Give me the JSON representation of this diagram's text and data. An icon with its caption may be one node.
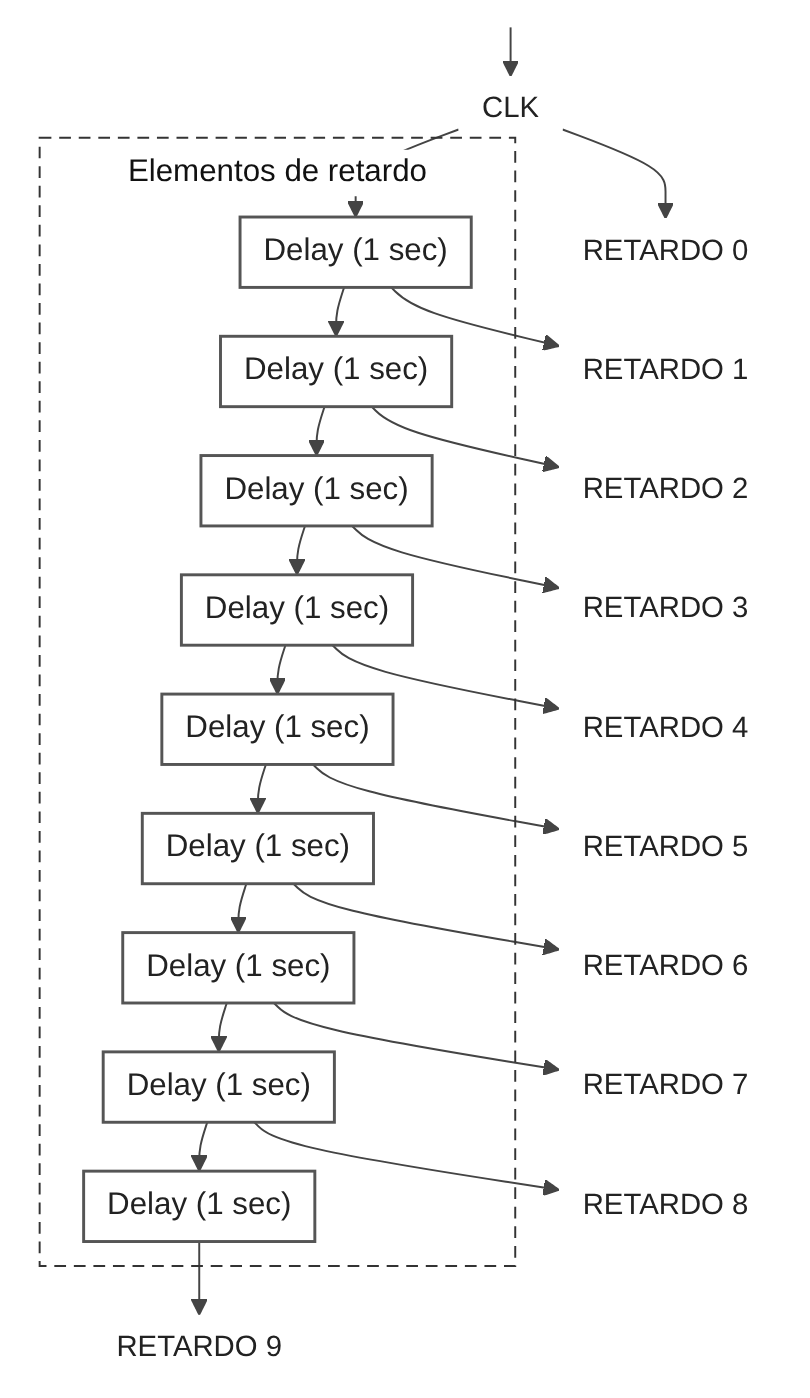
{
  "diagram": {
    "nodes": [
      {
        "text": [
          "CLK"
        ]
      },
      {
        "text": [
          "RETARDO 0"
        ]
      },
      {
        "text": [
          "Elementos de retardo"
        ]
      },
      {
        "text": [
          "Delay (1 sec)"
        ],
        "in": 2
      },
      {
        "text": [
          "RETARDO 1"
        ]
      },
      {
        "text": [
          "Delay (1 sec)"
        ],
        "in": 2
      },
      {
        "text": [
          "RETARDO 2"
        ]
      },
      {
        "text": [
          "Delay (1 sec)"
        ],
        "in": 2
      },
      {
        "text": [
          "RETARDO 3"
        ]
      },
      {
        "text": [
          "Delay (1 sec)"
        ],
        "in": 2
      },
      {
        "text": [
          "RETARDO 4"
        ]
      },
      {
        "text": [
          "Delay (1 sec)"
        ],
        "in": 2
      },
      {
        "text": [
          "RETARDO 5"
        ]
      },
      {
        "text": [
          "Delay (1 sec)"
        ],
        "in": 2
      },
      {
        "text": [
          "RETARDO 6"
        ]
      },
      {
        "text": [
          "Delay (1 sec)"
        ],
        "in": 2
      },
      {
        "text": [
          "RETARDO 7"
        ]
      },
      {
        "text": [
          "Delay (1 sec)"
        ],
        "in": 2
      },
      {
        "text": [
          "RETARDO 8"
        ]
      },
      {
        "text": [
          "Delay (1 sec)"
        ],
        "in": 2
      },
      {
        "text": [
          "RETARDO 9"
        ]
      }
    ],
    "edges": [
      {
        "from": null,
        "to": 0,
        "arrow": "to"
      },
      {
        "from": 0,
        "to": 1,
        "arrow": "to"
      },
      {
        "from": 0,
        "to": 3,
        "arrow": "to"
      },
      {
        "from": 3,
        "to": 4,
        "arrow": "to"
      },
      {
        "from": 3,
        "to": 5,
        "arrow": "to"
      },
      {
        "from": 5,
        "to": 6,
        "arrow": "to"
      },
      {
        "from": 5,
        "to": 7,
        "arrow": "to"
      },
      {
        "from": 7,
        "to": 8,
        "arrow": "to"
      },
      {
        "from": 7,
        "to": 9,
        "arrow": "to"
      },
      {
        "from": 9,
        "to": 10,
        "arrow": "to"
      },
      {
        "from": 9,
        "to": 11,
        "arrow": "to"
      },
      {
        "from": 11,
        "to": 12,
        "arrow": "to"
      },
      {
        "from": 11,
        "to": 13,
        "arrow": "to"
      },
      {
        "from": 13,
        "to": 14,
        "arrow": "to"
      },
      {
        "from": 13,
        "to": 15,
        "arrow": "to"
      },
      {
        "from": 15,
        "to": 16,
        "arrow": "to"
      },
      {
        "from": 15,
        "to": 17,
        "arrow": "to"
      },
      {
        "from": 17,
        "to": 18,
        "arrow": "to"
      },
      {
        "from": 17,
        "to": 19,
        "arrow": "to"
      },
      {
        "from": 19,
        "to": 20,
        "arrow": "to"
      }
    ]
  }
}
